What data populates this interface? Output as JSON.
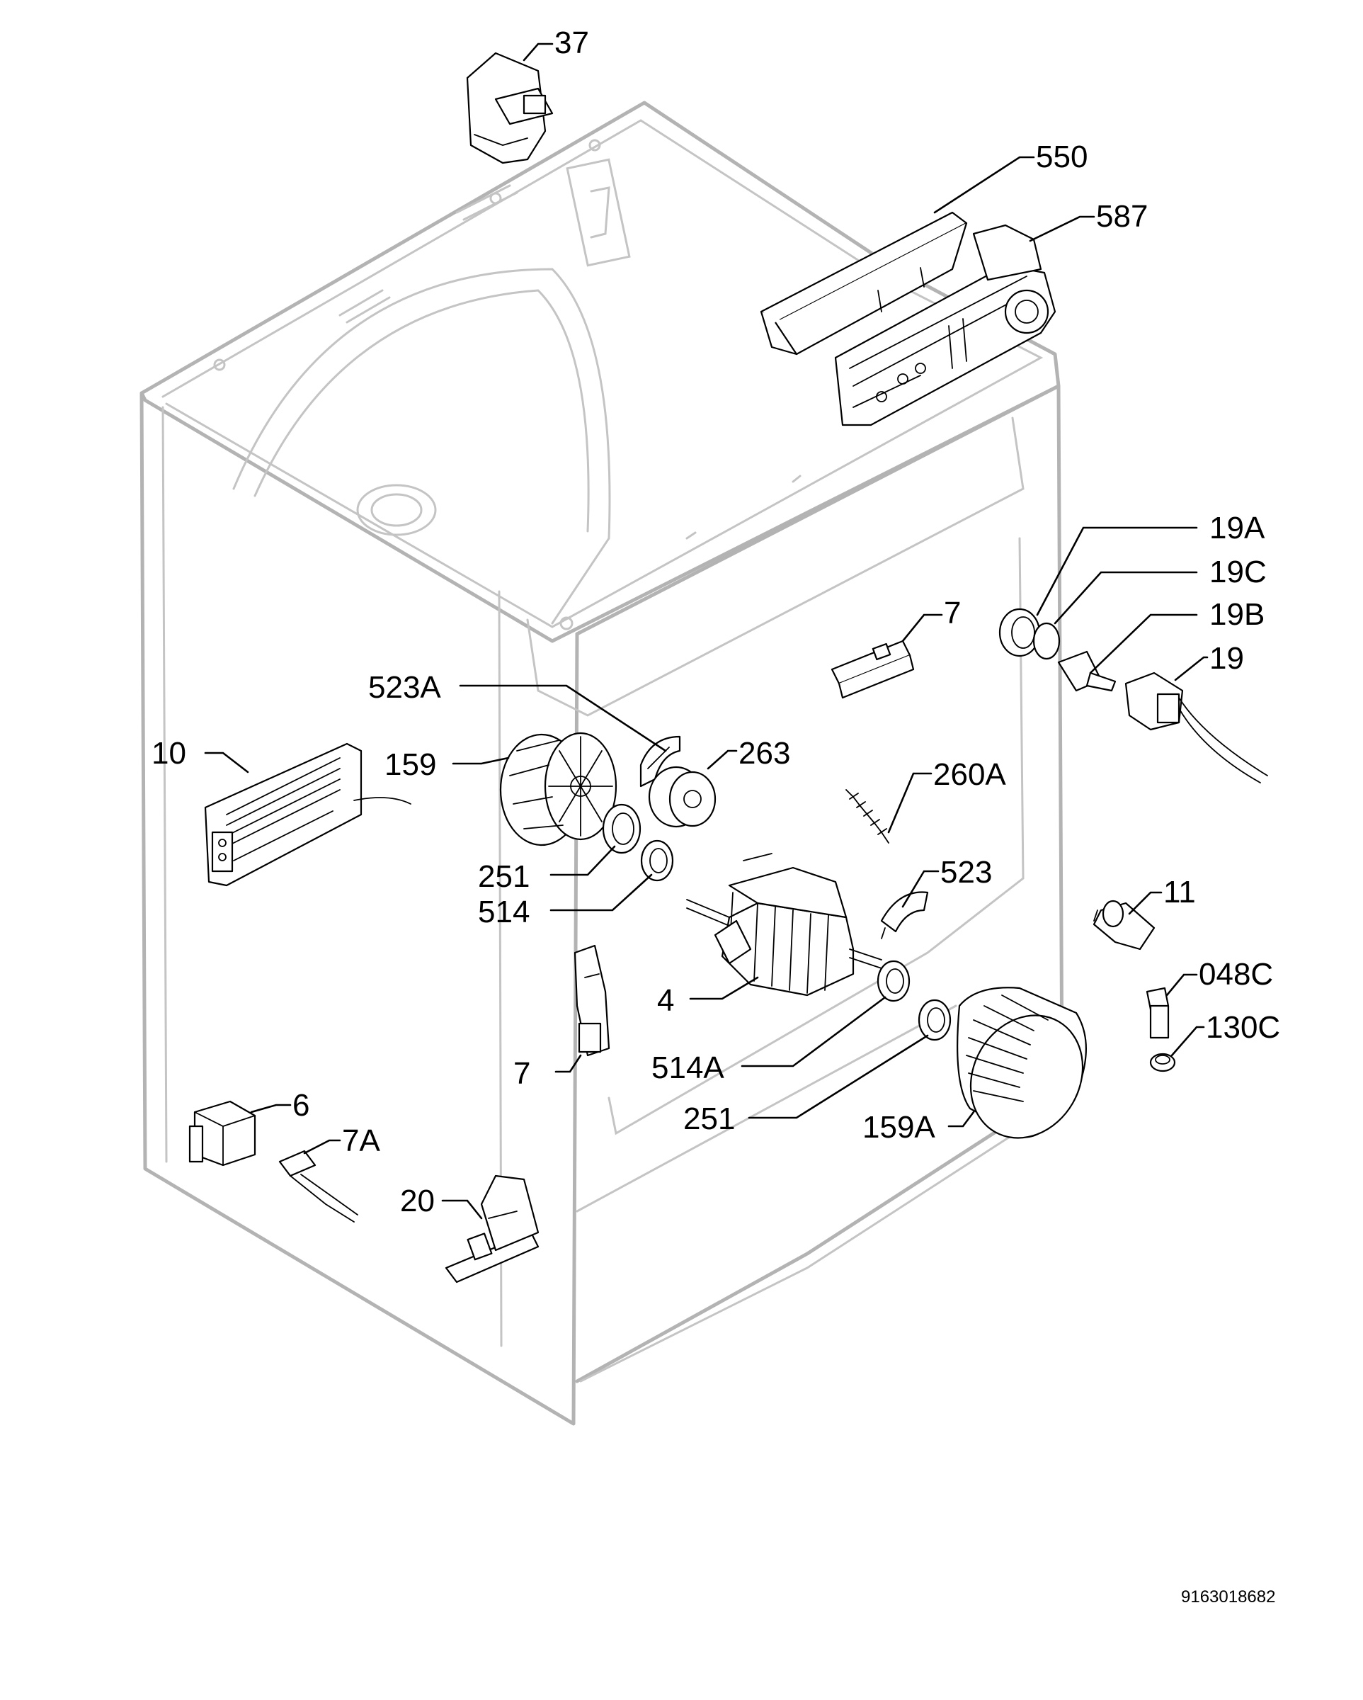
{
  "labels": {
    "p37": "37",
    "p550": "550",
    "p587": "587",
    "p19A": "19A",
    "p19C": "19C",
    "p19B": "19B",
    "p19": "19",
    "p7_top": "7",
    "p523A": "523A",
    "p10": "10",
    "p159": "159",
    "p263": "263",
    "p260A": "260A",
    "p251_upper": "251",
    "p514": "514",
    "p523": "523",
    "p11": "11",
    "p048C": "048C",
    "p130C": "130C",
    "p4": "4",
    "p514A": "514A",
    "p7_lower": "7",
    "p251_lower": "251",
    "p159A": "159A",
    "p6": "6",
    "p7A": "7A",
    "p20": "20"
  },
  "document_number": "9163018682"
}
